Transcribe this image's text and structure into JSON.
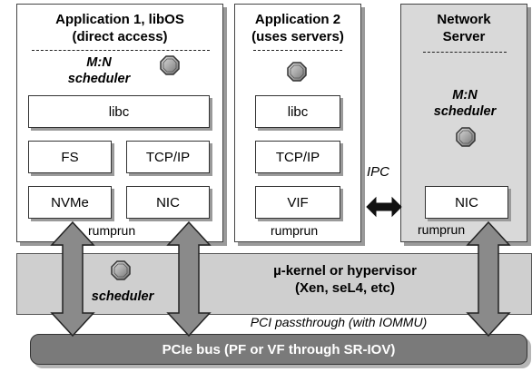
{
  "app1": {
    "title_line1": "Application 1, libOS",
    "title_line2": "(direct access)",
    "scheduler_line1": "M:N",
    "scheduler_line2": "scheduler",
    "libc": "libc",
    "fs": "FS",
    "tcpip": "TCP/IP",
    "nvme": "NVMe",
    "nic": "NIC",
    "rumprun": "rumprun"
  },
  "app2": {
    "title_line1": "Application 2",
    "title_line2": "(uses servers)",
    "libc": "libc",
    "tcpip": "TCP/IP",
    "vif": "VIF",
    "rumprun": "rumprun"
  },
  "network_server": {
    "title_line1": "Network",
    "title_line2": "Server",
    "scheduler_line1": "M:N",
    "scheduler_line2": "scheduler",
    "nic": "NIC",
    "rumprun": "rumprun"
  },
  "ipc_label": "IPC",
  "kernel": {
    "line1": "µ-kernel or hypervisor",
    "line2": "(Xen, seL4, etc)",
    "scheduler": "scheduler"
  },
  "passthrough_label": "PCI passthrough (with IOMMU)",
  "bus_label": "PCIe bus (PF or VF through SR-IOV)",
  "icons": [
    "octagon-thread-icon",
    "double-arrow-icon"
  ]
}
